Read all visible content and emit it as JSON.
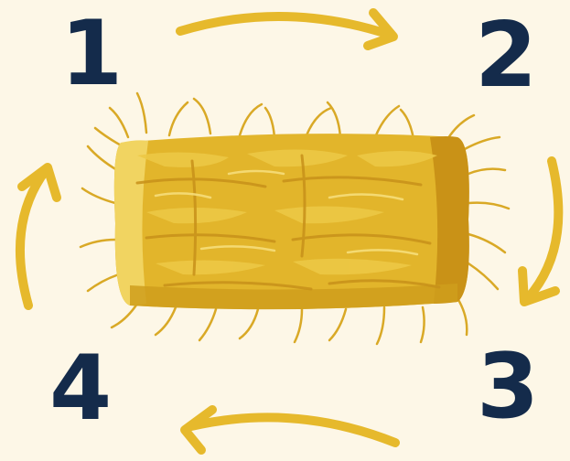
{
  "steps": [
    "1",
    "2",
    "3",
    "4"
  ],
  "icons": {
    "center": "hay-bale-icon",
    "arrows": [
      "arrow-right-icon",
      "arrow-down-icon",
      "arrow-left-icon",
      "arrow-up-icon"
    ]
  },
  "colors": {
    "background": "#fdf7e7",
    "number": "#142b4b",
    "arrow": "#e6b92c",
    "hay_light": "#f1d461",
    "hay_mid": "#e2b52b",
    "hay_dark": "#c99217"
  }
}
